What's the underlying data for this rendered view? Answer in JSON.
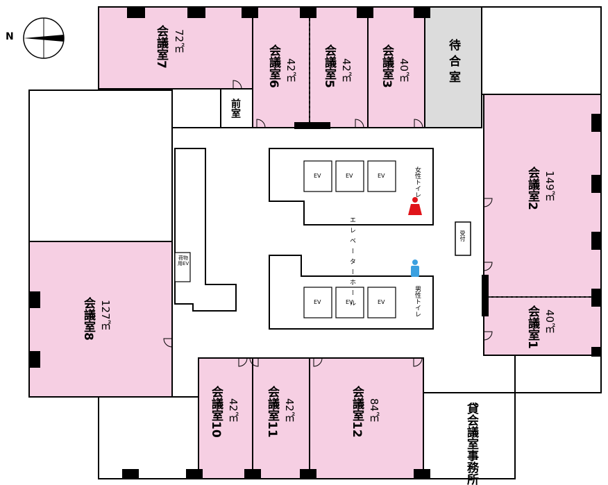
{
  "colors": {
    "meeting_room": "#f6cfe3",
    "waiting_room": "#dcdcdc",
    "wall": "#000000",
    "women_icon": "#e0141a",
    "men_icon": "#3aa0e0"
  },
  "compass": {
    "north_label": "N"
  },
  "rooms": {
    "r7": {
      "name": "会議室7",
      "area": "72㎡"
    },
    "r6": {
      "name": "会議室6",
      "area": "42㎡"
    },
    "r5": {
      "name": "会議室5",
      "area": "42㎡"
    },
    "r3": {
      "name": "会議室3",
      "area": "40㎡"
    },
    "waiting": {
      "name": "待 合 室"
    },
    "r2": {
      "name": "会議室2",
      "area": "149㎡"
    },
    "r1": {
      "name": "会議室1",
      "area": "40㎡"
    },
    "r8": {
      "name": "会議室8",
      "area": "127㎡"
    },
    "r10": {
      "name": "会議室10",
      "area": "42㎡"
    },
    "r11": {
      "name": "会議室11",
      "area": "42㎡"
    },
    "r12": {
      "name": "会議室12",
      "area": "84㎡"
    },
    "anteroom": {
      "name": "前室"
    },
    "office": {
      "name": "貸会議室事務所"
    }
  },
  "facilities": {
    "elevator": "EV",
    "freight_elevator": "荷物用EV",
    "women_toilet": "女性トイレ",
    "men_toilet": "男性トイレ",
    "elevator_hall": "エレベーターホール",
    "reception": "受付"
  }
}
